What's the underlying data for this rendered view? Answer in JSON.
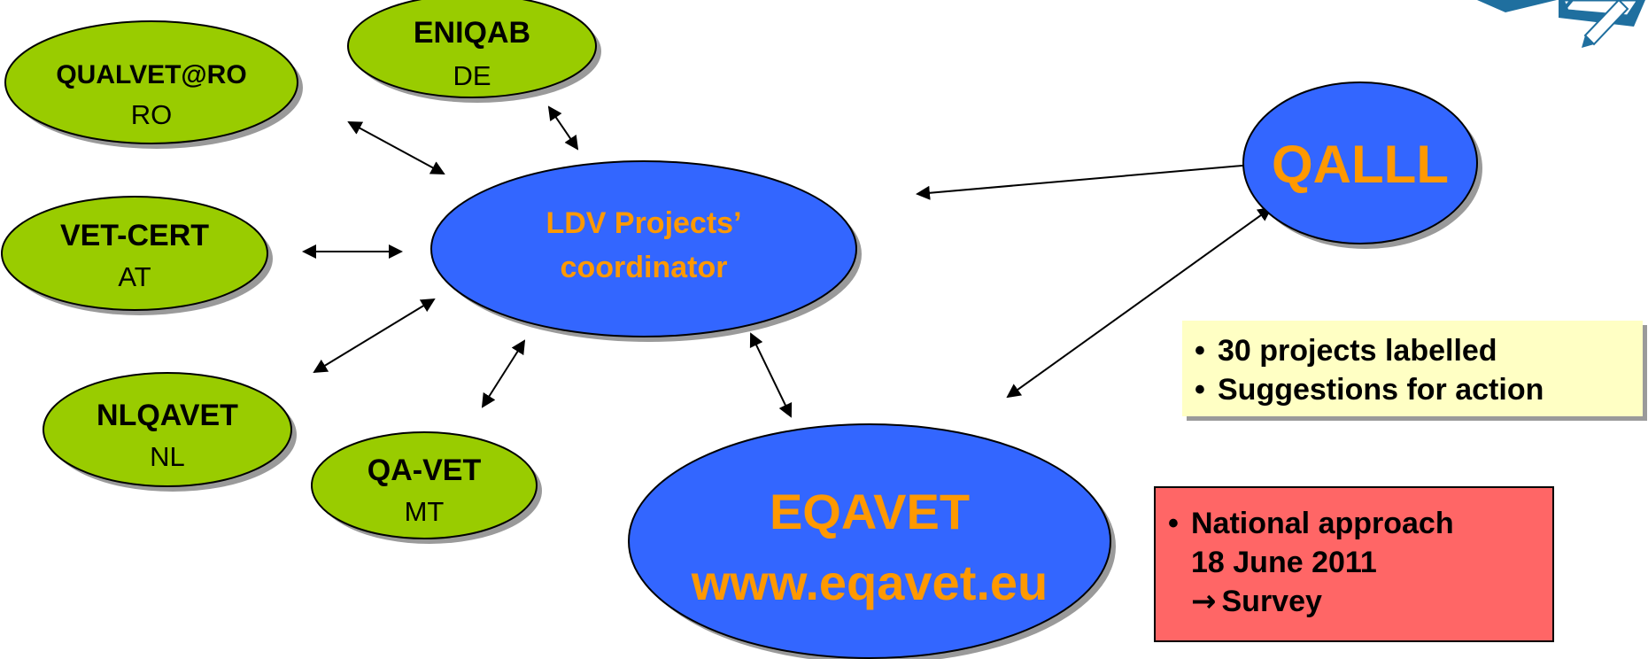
{
  "colors": {
    "green_node": "#99cc00",
    "blue_node": "#3366ff",
    "orange_text": "#ff9900",
    "yellow_note": "#ffffc4",
    "red_note": "#ff6666"
  },
  "nodes": {
    "qualvet": {
      "title": "QUALVET@RO",
      "country": "RO"
    },
    "eniqab": {
      "title": "ENIQAB",
      "country": "DE"
    },
    "vetcert": {
      "title": "VET-CERT",
      "country": "AT"
    },
    "nlqavet": {
      "title": "NLQAVET",
      "country": "NL"
    },
    "qavet": {
      "title": "QA-VET",
      "country": "MT"
    },
    "coordinator": {
      "line1": "LDV Projects’",
      "line2": "coordinator"
    },
    "qalll": {
      "title": "QALLL"
    },
    "eqavet": {
      "line1": "EQAVET",
      "line2": "www.eqavet.eu"
    }
  },
  "notes": {
    "yellow": [
      "30 projects labelled",
      "Suggestions for action"
    ],
    "red": {
      "line1": "National approach",
      "line2": "18 June 2011",
      "arrow": "→",
      "line3": "Survey"
    }
  },
  "logo": {
    "icon": "pen-and-paper-icon"
  }
}
